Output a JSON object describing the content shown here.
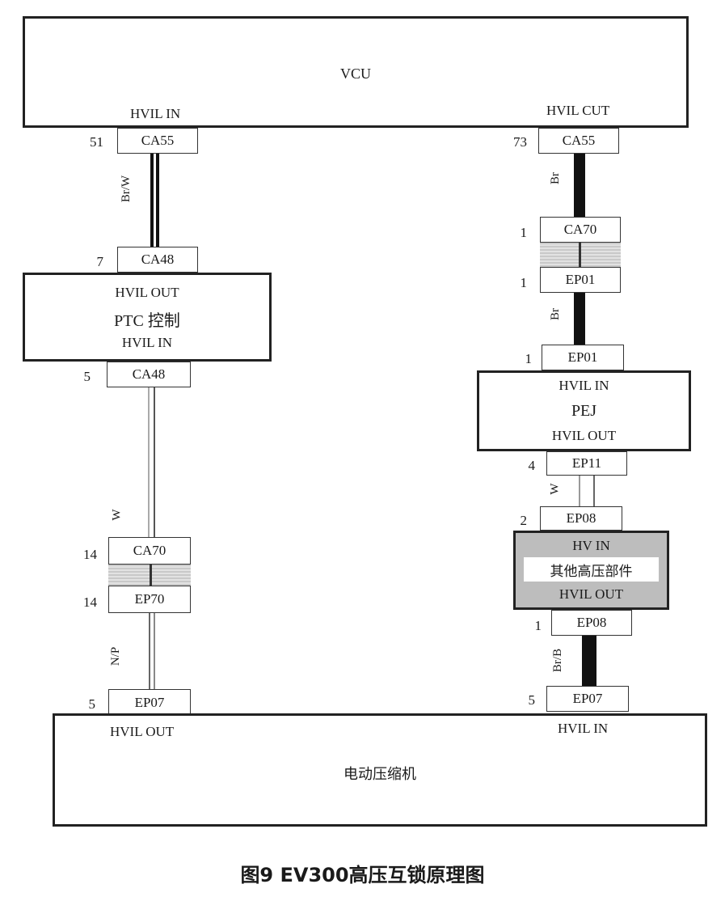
{
  "vcu": {
    "title": "VCU",
    "hvil_in": "HVIL IN",
    "hvil_out": "HVIL CUT"
  },
  "ptc": {
    "hvil_out": "HVIL OUT",
    "title": "PTC 控制",
    "hvil_in": "HVIL IN"
  },
  "pej": {
    "hvil_in": "HVIL IN",
    "title": "PEJ",
    "hvil_out": "HVIL OUT"
  },
  "other_hv": {
    "hv_in": "HV IN",
    "title": "其他高压部件",
    "hvil_out": "HVIL OUT"
  },
  "compressor": {
    "title": "电动压缩机",
    "hvil_out": "HVIL OUT",
    "hvil_in": "HVIL IN"
  },
  "left_chain": {
    "vcu_conn": {
      "pin": "51",
      "name": "CA55"
    },
    "wire1": "Br/W",
    "ptc_in_conn": {
      "pin": "7",
      "name": "CA48"
    },
    "ptc_out_conn": {
      "pin": "5",
      "name": "CA48"
    },
    "wire2": "W",
    "ca70": {
      "pin": "14",
      "name": "CA70"
    },
    "ep70": {
      "pin": "14",
      "name": "EP70"
    },
    "wire3": "N/P",
    "comp_conn": {
      "pin": "5",
      "name": "EP07"
    }
  },
  "right_chain": {
    "vcu_conn": {
      "pin": "73",
      "name": "CA55"
    },
    "wire1": "Br",
    "ca70": {
      "pin": "1",
      "name": "CA70"
    },
    "ep01a": {
      "pin": "1",
      "name": "EP01"
    },
    "wire2": "Br",
    "ep01b": {
      "pin": "1",
      "name": "EP01"
    },
    "ep11": {
      "pin": "4",
      "name": "EP11"
    },
    "wire3": "W",
    "ep08a": {
      "pin": "2",
      "name": "EP08"
    },
    "ep08b": {
      "pin": "1",
      "name": "EP08"
    },
    "wire4": "Br/B",
    "comp_conn": {
      "pin": "5",
      "name": "EP07"
    }
  },
  "caption": "图9 EV300高压互锁原理图",
  "colors": {
    "line": "#222222",
    "gray_band": "#cfcfcf",
    "hv_box": "#bdbdbd"
  }
}
